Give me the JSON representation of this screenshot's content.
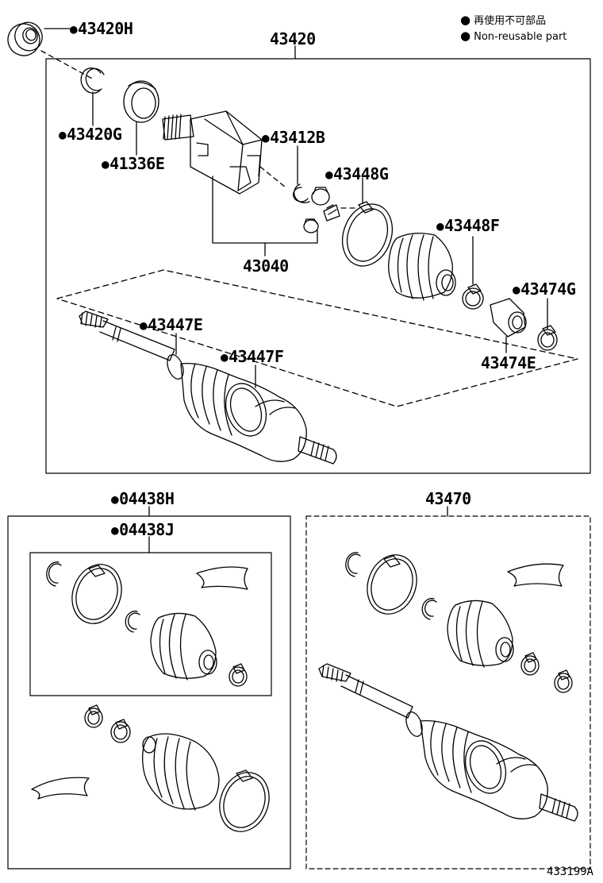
{
  "legend": {
    "jp": "再使用不可部品",
    "en": "Non-reusable part"
  },
  "parts": {
    "p43420H": "43420H",
    "p43420": "43420",
    "p43420G": "43420G",
    "p41336E": "41336E",
    "p43412B": "43412B",
    "p43448G": "43448G",
    "p43448F": "43448F",
    "p43040": "43040",
    "p43474G": "43474G",
    "p43474E": "43474E",
    "p43447E": "43447E",
    "p43447F": "43447F",
    "p04438H": "04438H",
    "p04438J": "04438J",
    "p43470": "43470"
  },
  "figure_ref": "433199A"
}
